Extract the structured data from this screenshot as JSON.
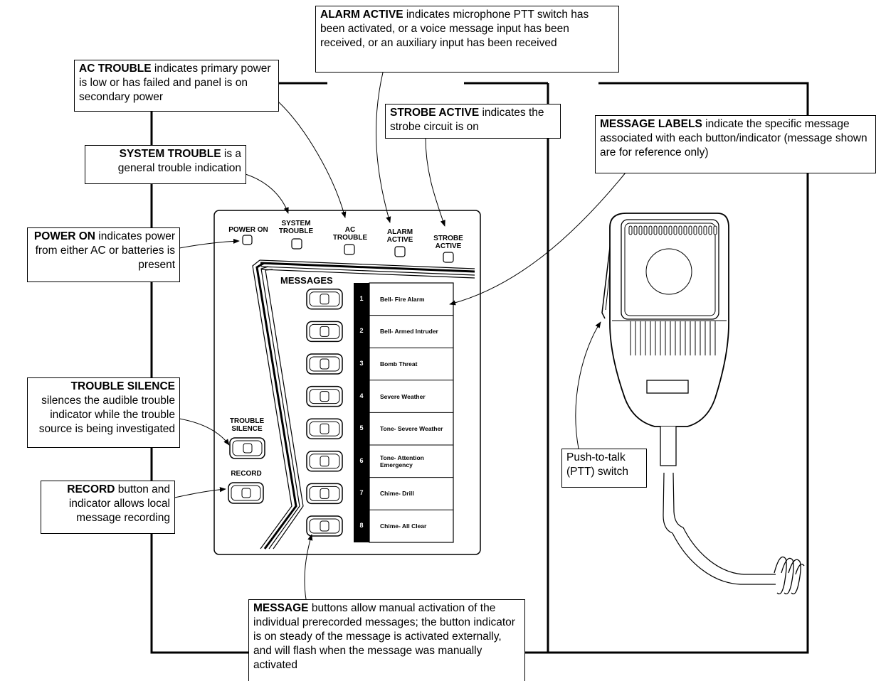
{
  "callouts": {
    "alarm_active": {
      "title": "ALARM ACTIVE",
      "text": " indicates microphone PTT switch has been activated, or a voice message input has been received, or an auxiliary input has been received"
    },
    "ac_trouble": {
      "title": "AC TROUBLE",
      "text": " indicates primary power is low or has failed and panel is on secondary power"
    },
    "strobe_active": {
      "title": "STROBE ACTIVE",
      "text": " indicates the strobe circuit is on"
    },
    "message_labels": {
      "title": "MESSAGE LABELS",
      "text": " indicate the specific message associated with each button/indicator (message shown are for reference only)"
    },
    "system_trouble": {
      "title": "SYSTEM TROUBLE",
      "text": " is a general trouble indication"
    },
    "power_on": {
      "title": "POWER ON",
      "text": " indicates power from either AC or batteries is present"
    },
    "trouble_silence": {
      "title": "TROUBLE SILENCE",
      "text": " silences the audible trouble indicator while the trouble source is being investigated"
    },
    "record": {
      "title": "RECORD",
      "text": " button and indicator allows local message recording"
    },
    "message": {
      "title": "MESSAGE",
      "text": " buttons allow manual activation of the individual prerecorded messages; the button indicator is on steady of the message is activated externally, and will flash when the message was manually activated"
    },
    "ptt": {
      "text": "Push-to-talk (PTT) switch"
    }
  },
  "panel": {
    "power_on": "POWER ON",
    "system_trouble": "SYSTEM TROUBLE",
    "ac_trouble": "AC TROUBLE",
    "alarm_active": "ALARM ACTIVE",
    "strobe_active": "STROBE ACTIVE",
    "messages_header": "MESSAGES",
    "trouble_silence": "TROUBLE SILENCE",
    "record": "RECORD"
  },
  "messages": [
    {
      "num": "1",
      "label": "Bell-  Fire Alarm"
    },
    {
      "num": "2",
      "label": "Bell-  Armed Intruder"
    },
    {
      "num": "3",
      "label": "Bomb Threat"
    },
    {
      "num": "4",
      "label": "Severe Weather"
    },
    {
      "num": "5",
      "label": "Tone-  Severe Weather"
    },
    {
      "num": "6",
      "label": "Tone-  Attention Emergency"
    },
    {
      "num": "7",
      "label": "Chime-  Drill"
    },
    {
      "num": "8",
      "label": "Chime-  All Clear"
    }
  ]
}
